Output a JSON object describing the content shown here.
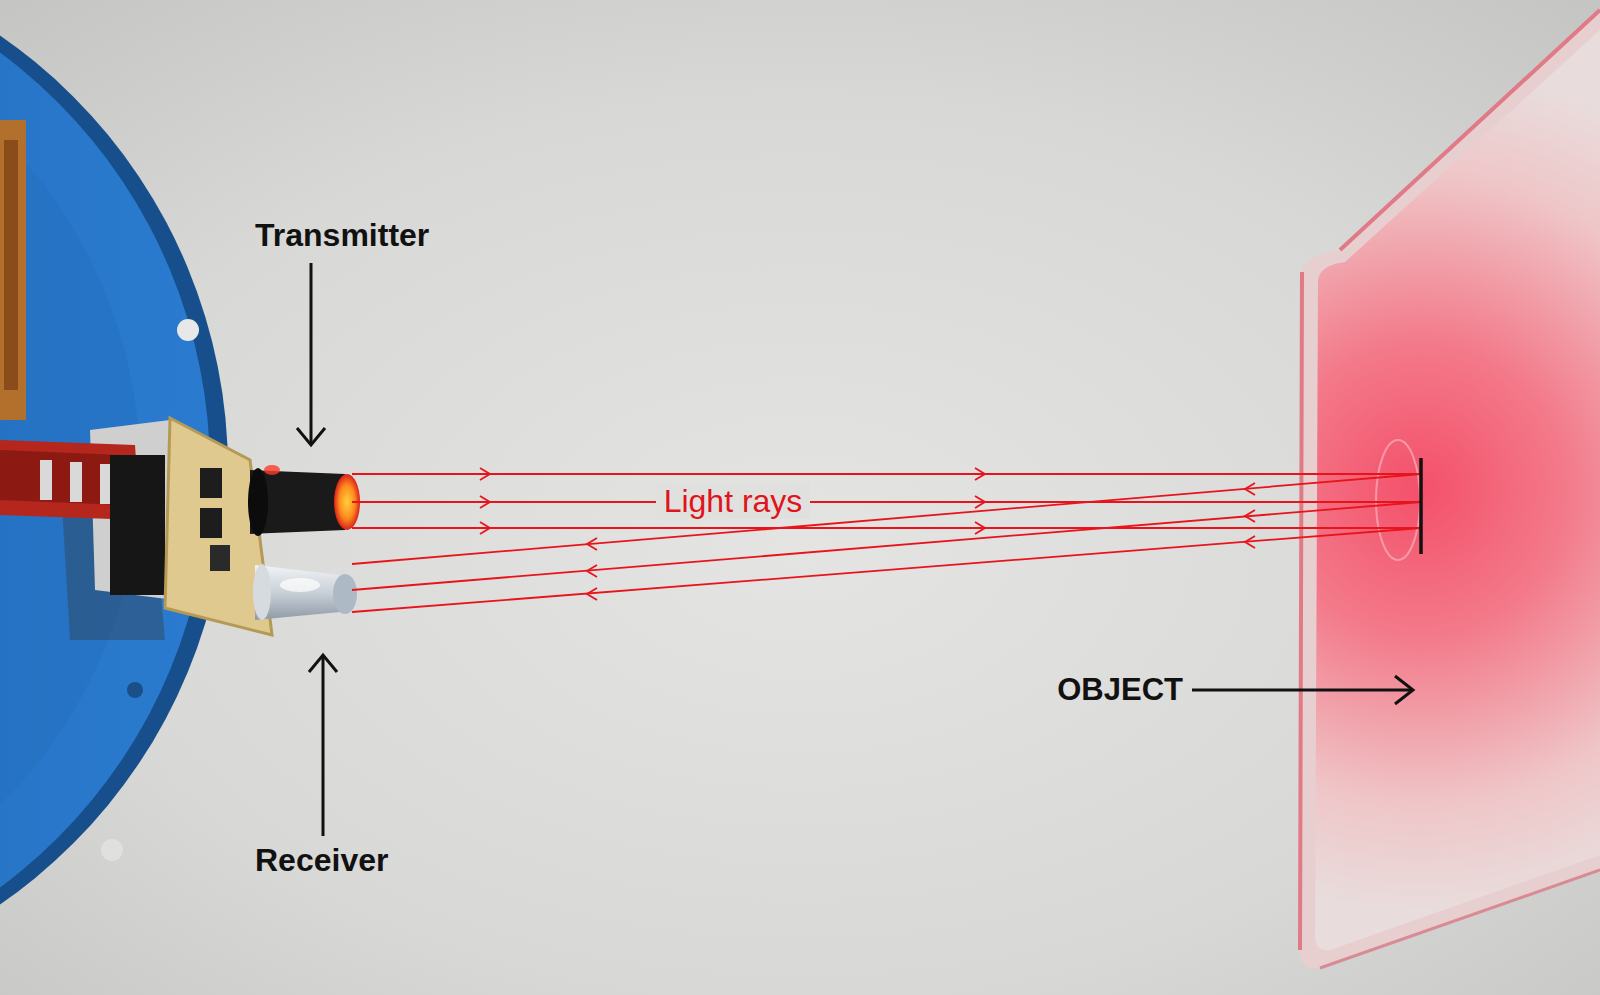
{
  "diagram": {
    "labels": [
      "Transmitter",
      "Light rays",
      "Receiver",
      "OBJECT"
    ]
  }
}
